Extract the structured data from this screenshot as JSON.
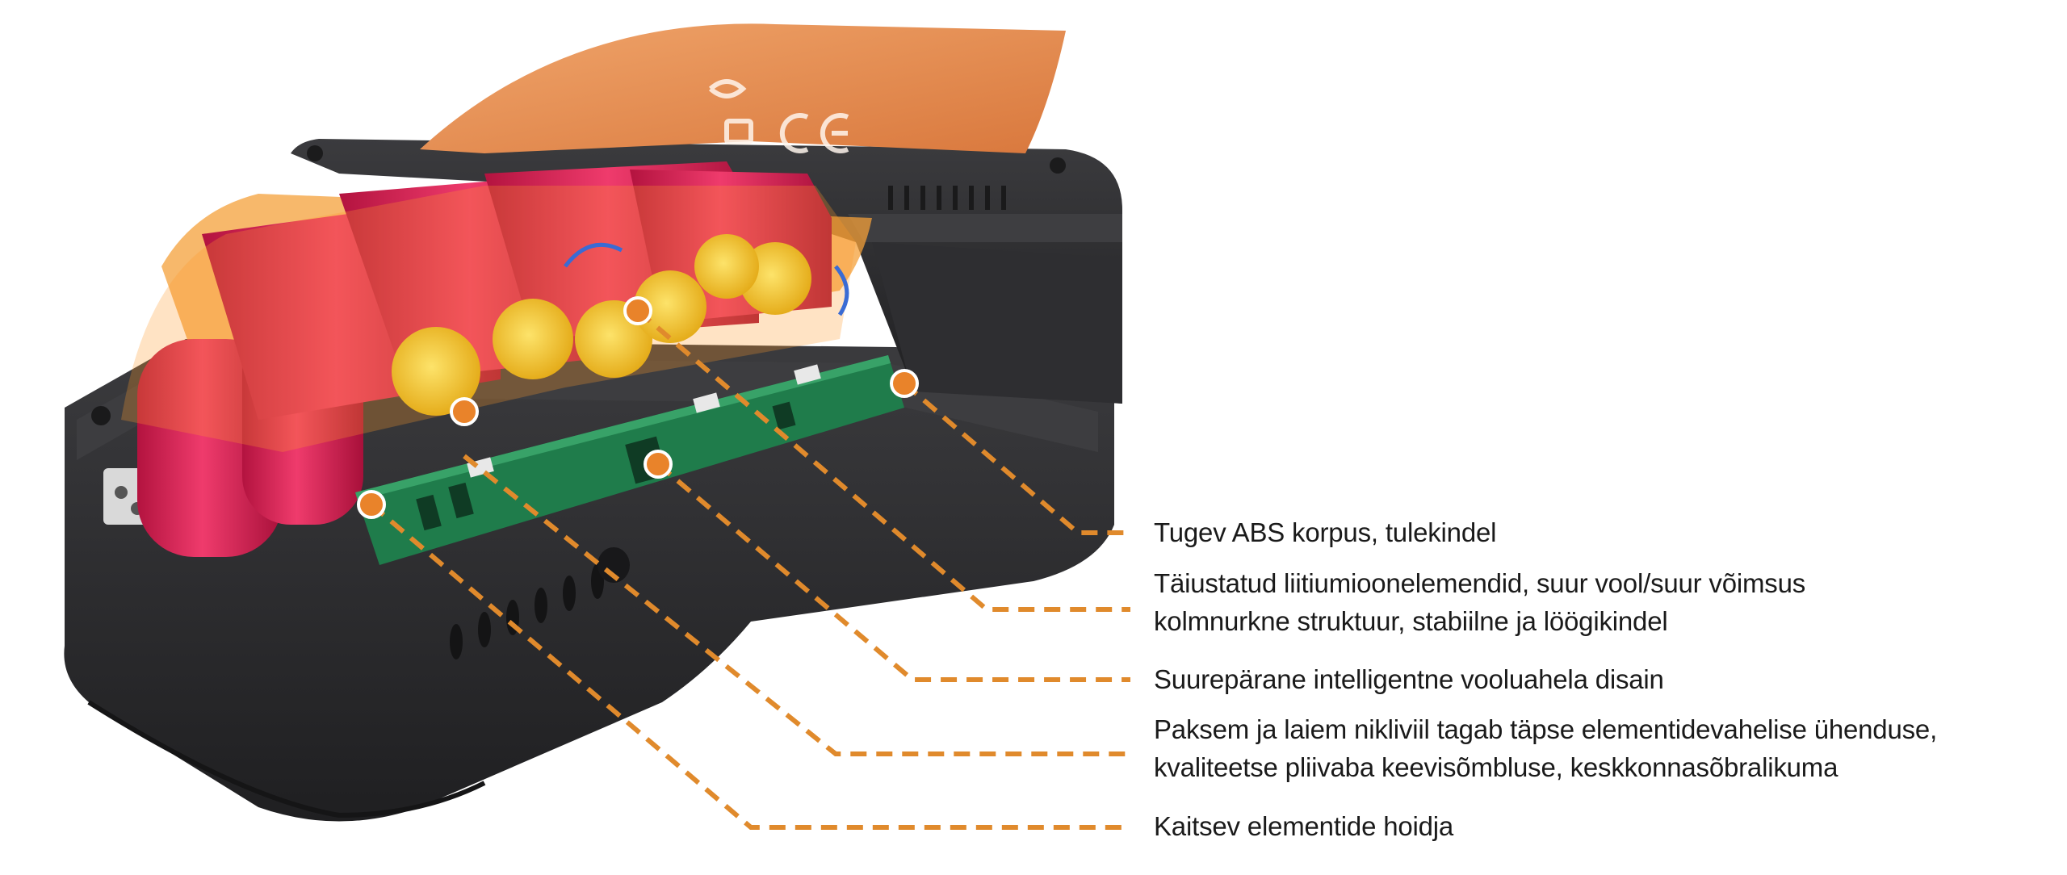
{
  "callouts": [
    {
      "lines": [
        "Tugev ABS korpus, tulekindel"
      ]
    },
    {
      "lines": [
        "Täiustatud liitiumioonelemendid, suur vool/suur võimsus",
        "kolmnurkne struktuur, stabiilne ja löögikindel"
      ]
    },
    {
      "lines": [
        "Suurepärane intelligentne vooluahela disain"
      ]
    },
    {
      "lines": [
        "Paksem ja laiem nikliviil tagab täpse elementidevahelise ühenduse,",
        "kvaliteetse pliivaba keevisõmbluse, keskkonnasõbralikuma"
      ]
    },
    {
      "lines": [
        "Kaitsev elementide hoidja"
      ]
    }
  ],
  "colors": {
    "leader": "#e08a2c",
    "dot_fill": "#e9832a",
    "dot_ring": "#ffffff",
    "housing": "#2b2b2d",
    "housing_light": "#3a3a3d",
    "label_plate": "#e7955a",
    "cell": "#e0245a",
    "cell_top": "#f3c51a",
    "board": "#1e7a4a",
    "text": "#1a1a1a"
  }
}
